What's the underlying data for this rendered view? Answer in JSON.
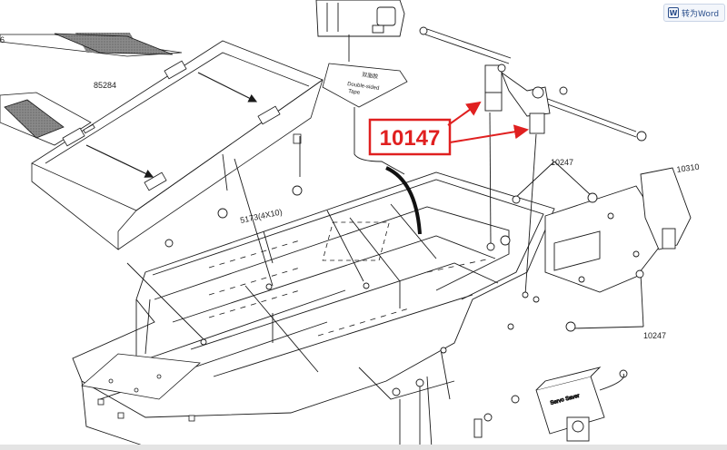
{
  "toolbar": {
    "convert_to_word_label": "转为Word"
  },
  "labels": {
    "part_85284": "85284",
    "part_5173": "5173(4X10)",
    "part_10247_top": "10247",
    "part_10247_bottom": "10247",
    "part_10310": "10310",
    "part_6_partial": "6",
    "callout_10147": "10147",
    "tape_chinese": "双面胶",
    "tape_line1": "Double-sided",
    "tape_line2": "Tape",
    "servo_label": "Servo Saver"
  },
  "colors": {
    "callout_red": "#e02020",
    "line": "#1a1a1a",
    "hatch": "#777777"
  }
}
